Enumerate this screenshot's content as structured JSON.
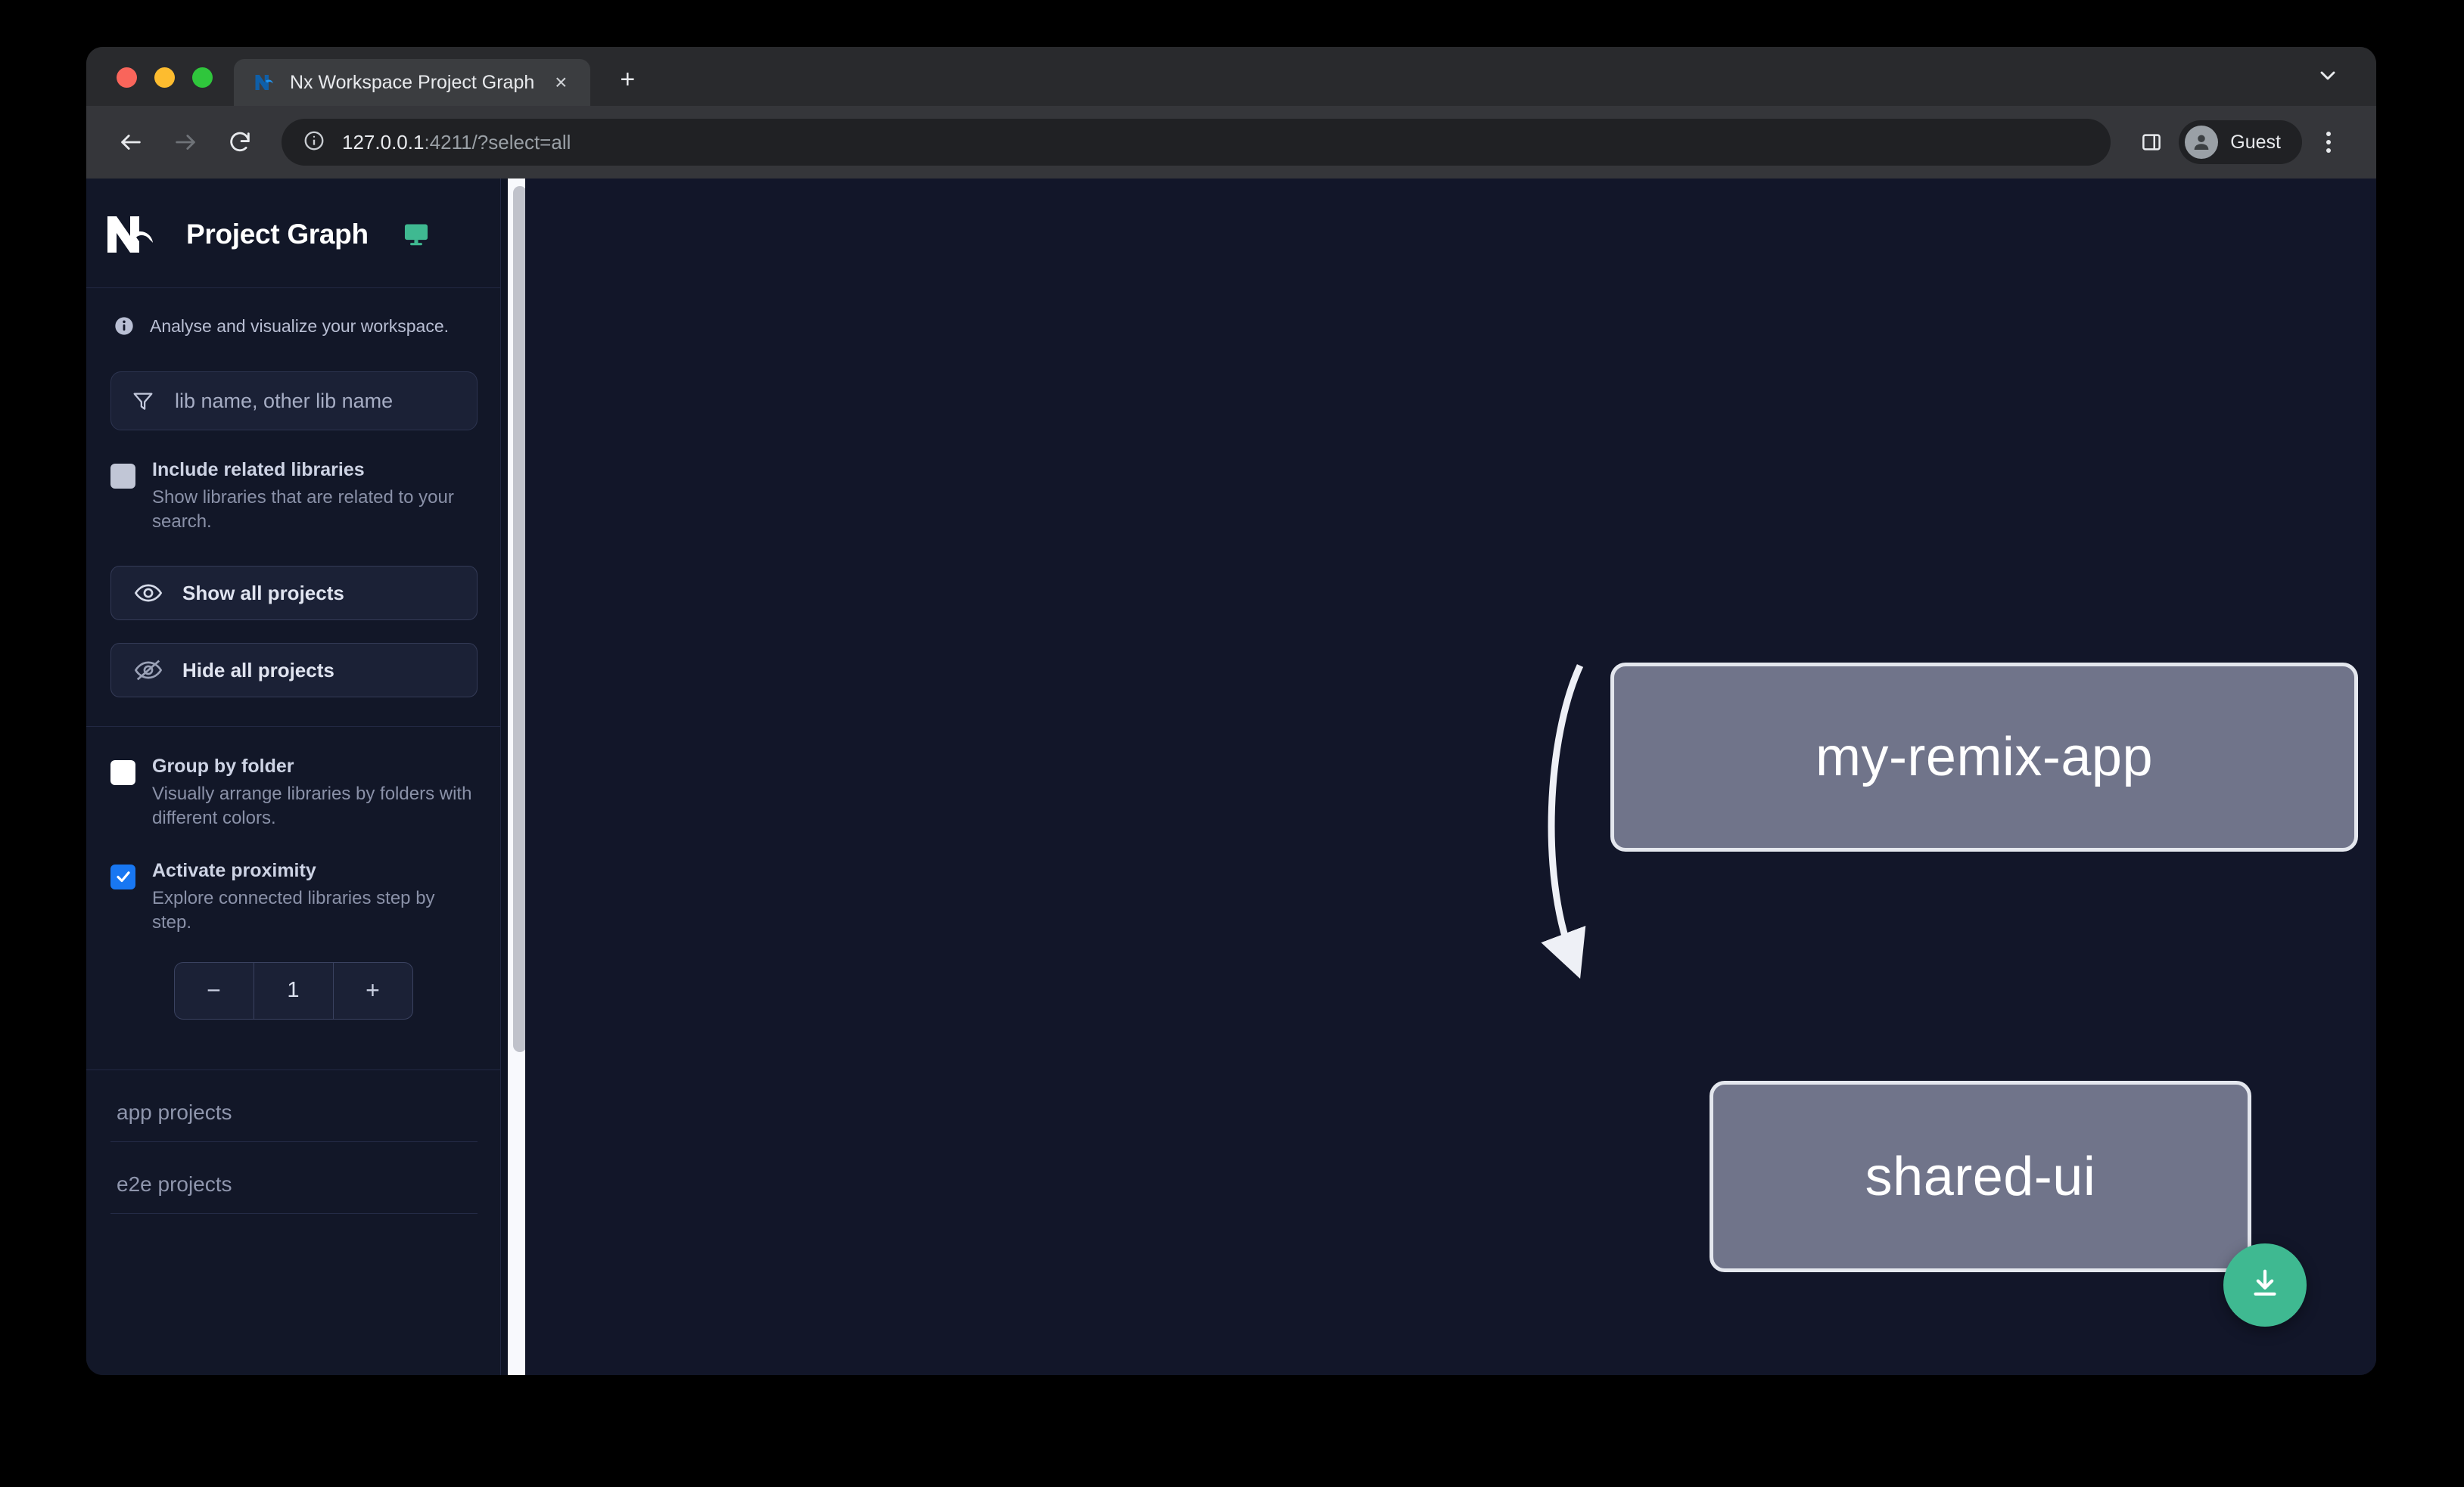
{
  "browser": {
    "tab": {
      "title": "Nx Workspace Project Graph",
      "favicon": "nx-favicon-icon",
      "close": "×"
    },
    "new_tab_label": "+",
    "tabstrip_chevron": "chevron-down-icon",
    "url": {
      "host": "127.0.0.1",
      "rest": ":4211/?select=all"
    },
    "profile": {
      "label": "Guest"
    },
    "icons": {
      "back": "back-arrow-icon",
      "forward": "forward-arrow-icon",
      "reload": "reload-icon",
      "site_info": "info-circle-icon",
      "side_panel": "side-panel-icon",
      "menu": "kebab-menu-icon"
    }
  },
  "sidebar": {
    "title": "Project Graph",
    "monitor_icon": "monitor-icon",
    "note": "Analyse and visualize your workspace.",
    "filter": {
      "placeholder": "lib name, other lib name",
      "value": "",
      "icon": "funnel-icon"
    },
    "options": [
      {
        "label": "Include related libraries",
        "description": "Show libraries that are related to your search.",
        "checked": false,
        "state": "grey"
      },
      {
        "label": "Group by folder",
        "description": "Visually arrange libraries by folders with different colors.",
        "checked": false,
        "state": "white"
      },
      {
        "label": "Activate proximity",
        "description": "Explore connected libraries step by step.",
        "checked": true,
        "state": "blue"
      }
    ],
    "buttons": [
      {
        "label": "Show all projects",
        "icon": "eye-icon"
      },
      {
        "label": "Hide all projects",
        "icon": "eye-off-icon"
      }
    ],
    "stepper": {
      "decrement": "−",
      "value": "1",
      "increment": "+"
    },
    "sections": [
      {
        "label": "app projects"
      },
      {
        "label": "e2e projects"
      }
    ]
  },
  "graph": {
    "nodes": [
      {
        "id": "my-remix-app",
        "label": "my-remix-app"
      },
      {
        "id": "shared-ui",
        "label": "shared-ui"
      }
    ],
    "edges": [
      {
        "from": "my-remix-app",
        "to": "shared-ui"
      }
    ],
    "download_button": {
      "icon": "download-icon",
      "color": "#3fb991"
    }
  },
  "colors": {
    "accent_green": "#3fb991",
    "checkbox_blue": "#1877f2",
    "node_fill": "#70748a",
    "node_border": "#e4e7ee",
    "canvas_bg": "#121629",
    "sidebar_bg": "#121728"
  }
}
